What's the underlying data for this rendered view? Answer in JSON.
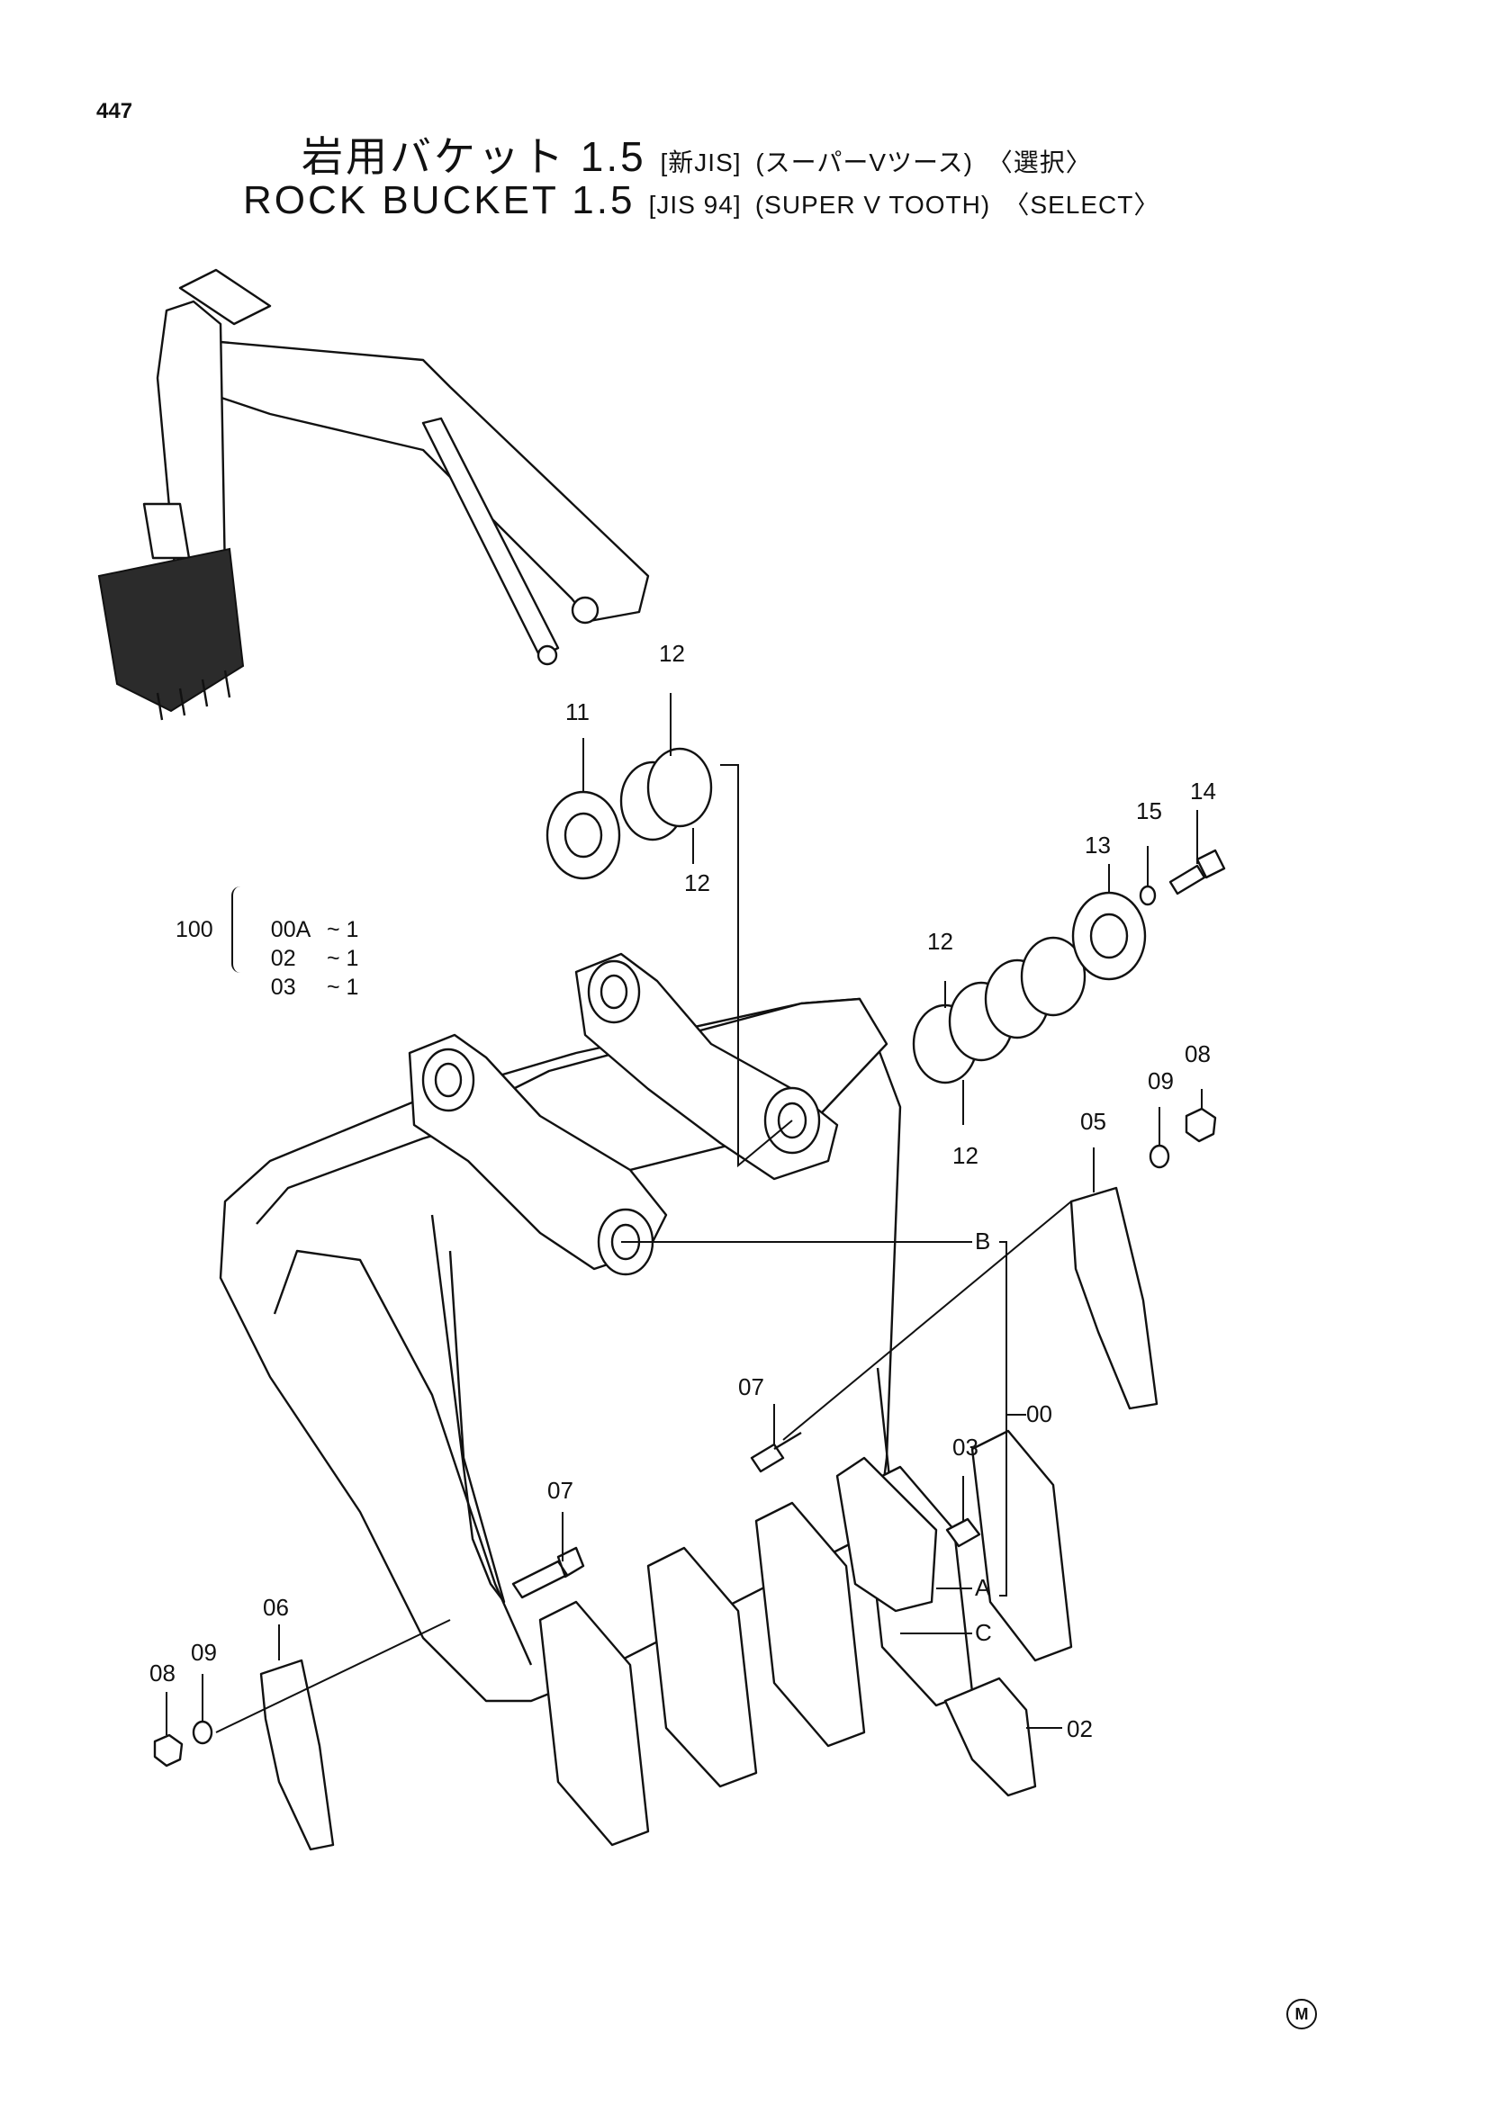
{
  "page_number": "447",
  "title_jp": {
    "main": "岩用バケット 1.5",
    "spec": "[新JIS]",
    "tooth": "(スーパーVツース)",
    "option": "〈選択〉"
  },
  "title_en": {
    "main": "ROCK BUCKET 1.5",
    "spec": "[JIS 94]",
    "tooth": "(SUPER V TOOTH)",
    "option": "〈SELECT〉"
  },
  "set_note": {
    "total": "100",
    "rows": [
      {
        "part": "00A",
        "qty": "~ 1"
      },
      {
        "part": "02",
        "qty": "~ 1"
      },
      {
        "part": "03",
        "qty": "~ 1"
      }
    ]
  },
  "callouts": {
    "p00": "00",
    "p02": "02",
    "p03": "03",
    "p05": "05",
    "p06": "06",
    "p07a": "07",
    "p07b": "07",
    "p08a": "08",
    "p08b": "08",
    "p09a": "09",
    "p09b": "09",
    "p11": "11",
    "p12a": "12",
    "p12b": "12",
    "p12c": "12",
    "p12d": "12",
    "p13": "13",
    "p14": "14",
    "p15": "15",
    "refA": "A",
    "refB": "B",
    "refC": "C"
  },
  "maker_mark": "M",
  "colors": {
    "line": "#111111",
    "paper": "#ffffff",
    "shade": "#2b2b2b"
  }
}
